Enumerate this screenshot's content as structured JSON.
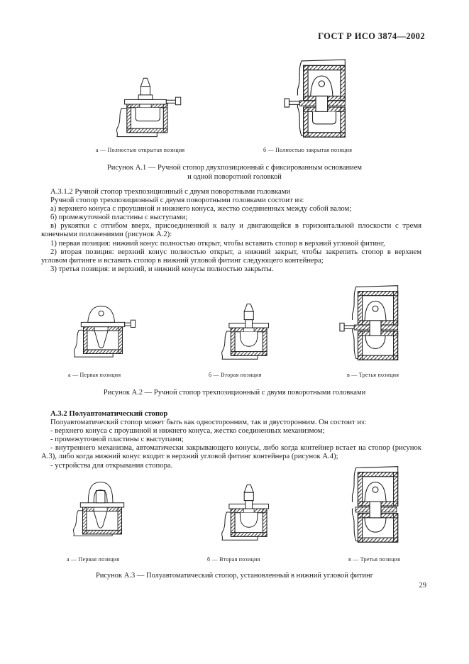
{
  "page": {
    "header": "ГОСТ Р ИСО 3874—2002",
    "number": "29"
  },
  "colors": {
    "ink": "#1c1c1c",
    "paper": "#ffffff"
  },
  "figure_a1": {
    "caption_a": "а — Полностью открытая позиция",
    "caption_b": "б — Полностью закрытая позиция",
    "title_line1": "Рисунок А.1 — Ручной стопор двухпозиционный с фиксированным основанием",
    "title_line2": "и одной поворотной головкой"
  },
  "section_a312": {
    "heading": "А.3.1.2 Ручной стопор трехпозиционный с двумя поворотными головками",
    "intro": "Ручной стопор трехпозиционный с двумя поворотными головками состоит из:",
    "items": {
      "a": "а) верхнего конуса с проушиной и нижнего конуса, жестко соединенных между собой валом;",
      "b": "б) промежуточной пластины с выступами;",
      "v": "в) рукоятки с отгибом вверх, присоединенной к валу и двигающейся в горизонтальной плоскости с тремя конечными положениями (рисунок А.2):",
      "p1": "1) первая позиция: нижний конус полностью открыт, чтобы вставить стопор в верхний угловой фитинг,",
      "p2": "2) вторая позиция: верхний конус полностью открыт, а нижний закрыт, чтобы закрепить стопор в верхнем угловом фитинге и вставить стопор в нижний угловой фитинг следующего контейнера;",
      "p3": "3) третья позиция: и верхний, и нижний конусы полностью закрыты."
    }
  },
  "figure_a2": {
    "caption_a": "а — Первая позиция",
    "caption_b": "б — Вторая позиция",
    "caption_v": "в — Третья позиция",
    "title": "Рисунок А.2 — Ручной стопор трехпозиционный с двумя поворотными головками"
  },
  "section_a32": {
    "heading": "А.3.2 Полуавтоматический стопор",
    "intro": "Полуавтоматический стопор может быть как односторонним, так и двусторонним. Он состоит из:",
    "items": {
      "i1": "- верхнего конуса с проушиной и нижнего конуса, жестко соединенных механизмом;",
      "i2": "- промежуточной пластины с выступами;",
      "i3": "- внутреннего механизма, автоматически закрывающего конусы, либо когда контейнер встает на стопор (рисунок А.3), либо когда нижний конус входит в верхний угловой фитинг контейнера (рисунок А.4);",
      "i4": "- устройства для открывания стопора."
    }
  },
  "figure_a3": {
    "caption_a": "а — Первая позиция",
    "caption_b": "б — Вторая позиция",
    "caption_v": "в — Третья позиция",
    "title": "Рисунок А.3 — Полуавтоматический стопор, установленный в нижний угловой фитинг"
  }
}
